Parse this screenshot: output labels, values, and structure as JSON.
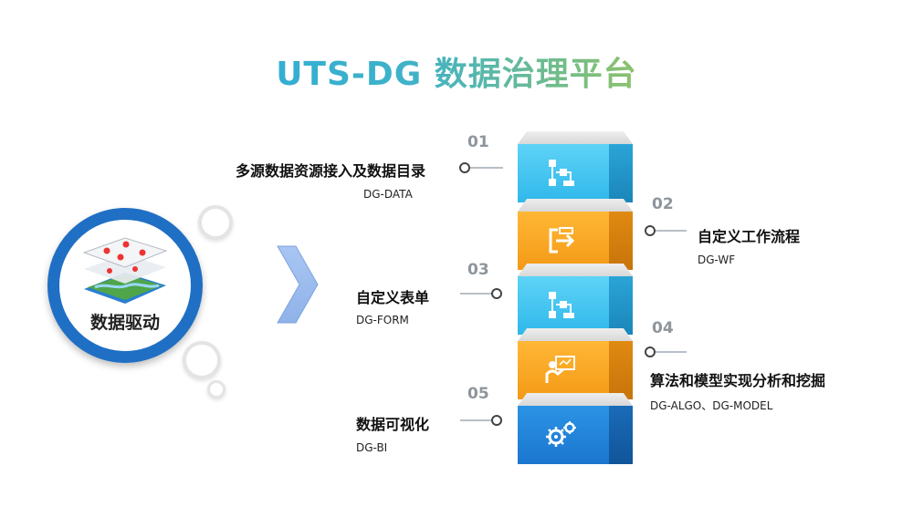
{
  "title": "UTS-DG 数据治理平台",
  "hub": {
    "label": "数据驱动",
    "icon": "map-layers-icon"
  },
  "modules": [
    {
      "num": "01",
      "label": "多源数据资源接入及数据目录",
      "code": "DG-DATA",
      "icon": "flowchart-icon",
      "color": "#39c0ef"
    },
    {
      "num": "02",
      "label": "自定义工作流程",
      "code": "DG-WF",
      "icon": "workflow-exit-icon",
      "color": "#f5a21f"
    },
    {
      "num": "03",
      "label": "自定义表单",
      "code": "DG-FORM",
      "icon": "form-icon",
      "color": "#39c0ef"
    },
    {
      "num": "04",
      "label": "算法和模型实现分析和挖掘",
      "code": "DG-ALGO、DG-MODEL",
      "icon": "presenter-icon",
      "color": "#f5a21f"
    },
    {
      "num": "05",
      "label": "数据可视化",
      "code": "DG-BI",
      "icon": "gears-icon",
      "color": "#2088dd"
    }
  ]
}
